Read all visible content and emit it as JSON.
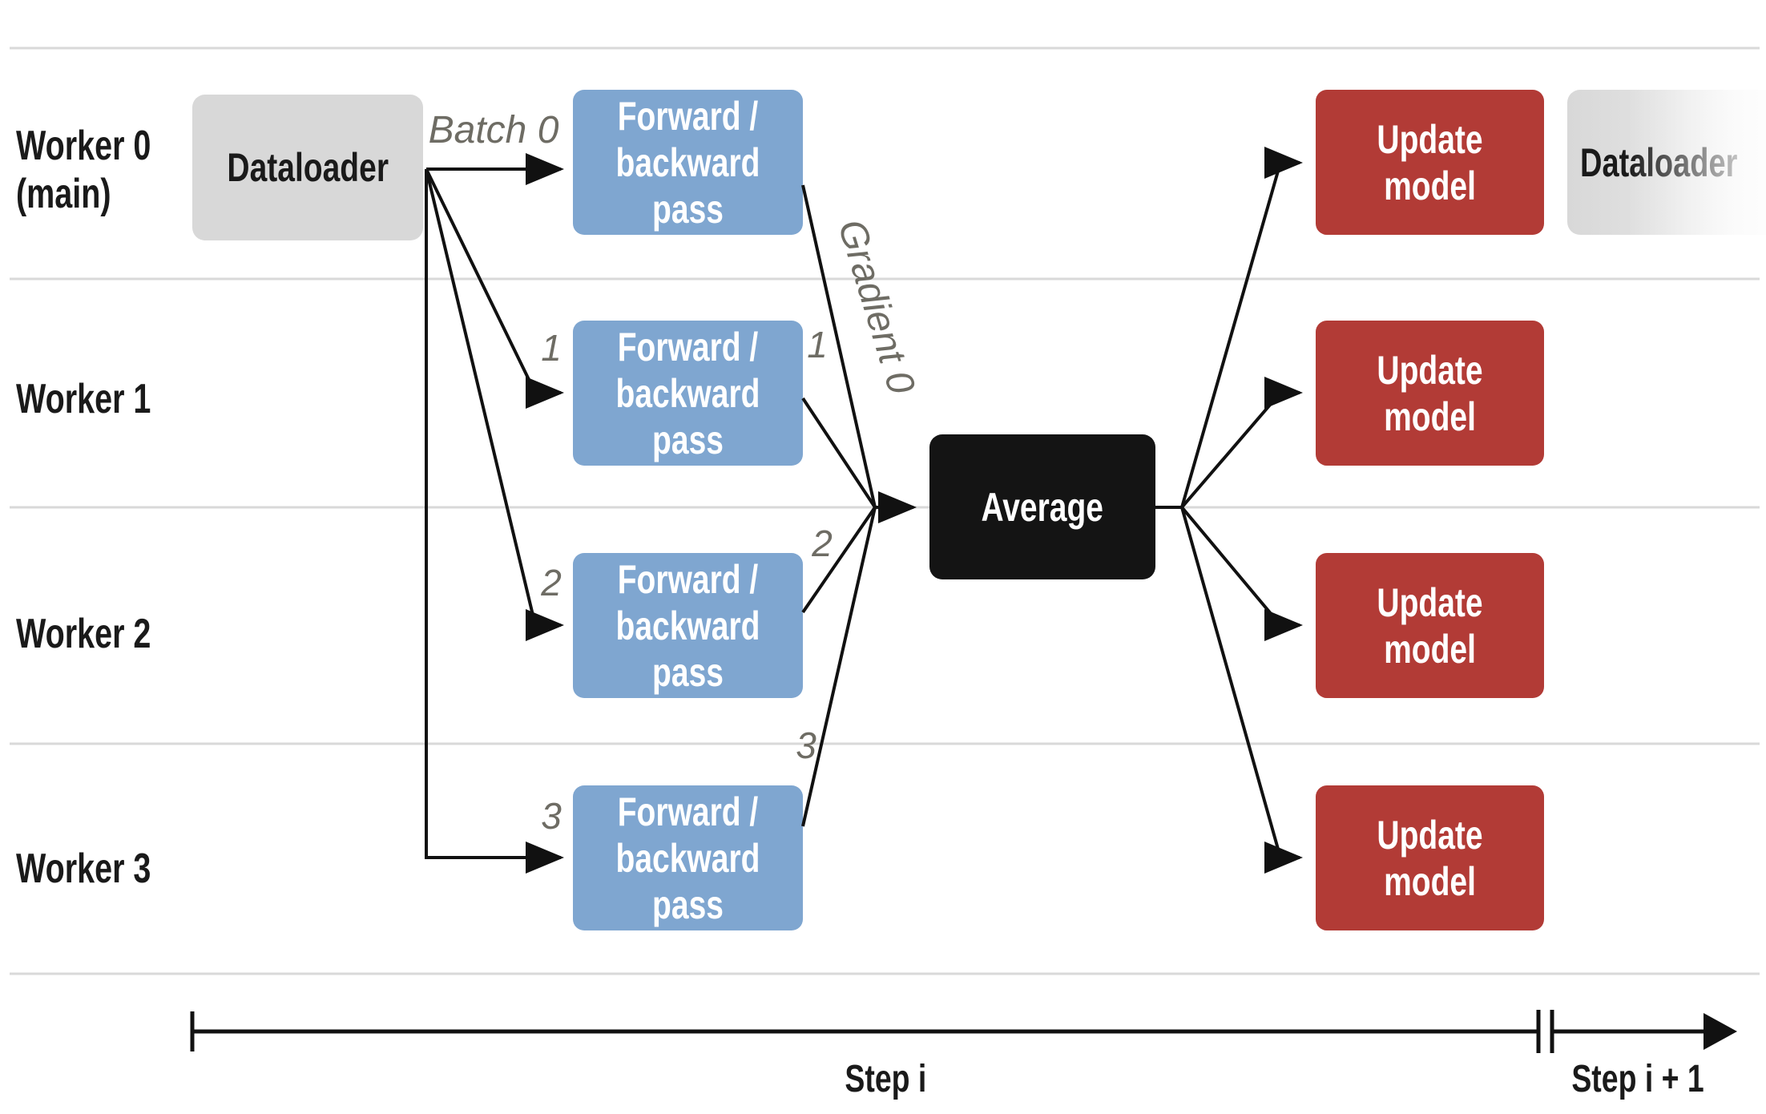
{
  "workers": [
    {
      "label": "Worker 0",
      "sublabel": "(main)"
    },
    {
      "label": "Worker 1"
    },
    {
      "label": "Worker 2"
    },
    {
      "label": "Worker 3"
    }
  ],
  "boxes": {
    "dataloader_label": "Dataloader",
    "forward_line1": "Forward /",
    "forward_line2": "backward pass",
    "average_label": "Average",
    "update_label": "Update model",
    "next_dataloader_label": "Dataloader"
  },
  "annotations": {
    "batch_label": "Batch 0",
    "gradient_label": "Gradient 0",
    "batch_numbers": [
      "1",
      "2",
      "3"
    ],
    "gradient_numbers": [
      "1",
      "2",
      "3"
    ]
  },
  "timeline": {
    "step_current": "Step i",
    "step_next": "Step i + 1"
  },
  "colors": {
    "forward_box": "#7fa6d0",
    "update_box": "#b23b36",
    "dataloader_box": "#d8d8d8",
    "average_box": "#141414",
    "lane_line": "#d9d9d9",
    "annotation_gray": "#6e6c64",
    "arrow": "#111111",
    "text_dark": "#1a1a1a"
  }
}
